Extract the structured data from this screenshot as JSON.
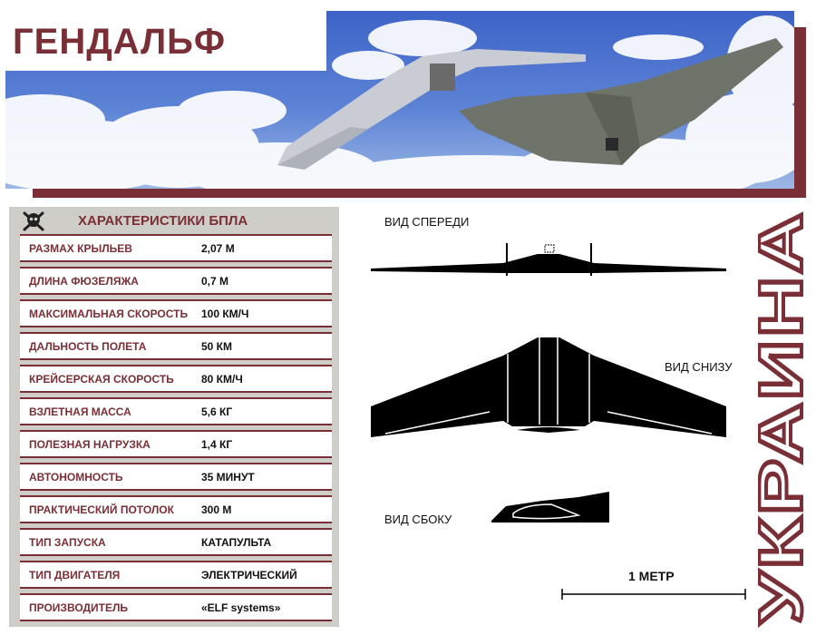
{
  "header": {
    "title": "ГЕНДАЛЬФ"
  },
  "specs": {
    "title": "ХАРАКТЕРИСТИКИ БПЛА",
    "icon": "skull-crossbones-icon",
    "rows": [
      {
        "label": "РАЗМАХ КРЫЛЬЕВ",
        "value": "2,07 М"
      },
      {
        "label": "ДЛИНА ФЮЗЕЛЯЖА",
        "value": "0,7 М"
      },
      {
        "label": "МАКСИМАЛЬНАЯ СКОРОСТЬ",
        "value": "100 КМ/Ч"
      },
      {
        "label": "ДАЛЬНОСТЬ ПОЛЕТА",
        "value": "50 КМ"
      },
      {
        "label": "КРЕЙСЕРСКАЯ СКОРОСТЬ",
        "value": "80 КМ/Ч"
      },
      {
        "label": "ВЗЛЕТНАЯ МАССА",
        "value": "5,6 КГ"
      },
      {
        "label": "ПОЛЕЗНАЯ НАГРУЗКА",
        "value": "1,4 КГ"
      },
      {
        "label": "АВТОНОМНОСТЬ",
        "value": "35 МИНУТ"
      },
      {
        "label": "ПРАКТИЧЕСКИЙ ПОТОЛОК",
        "value": "300 М"
      },
      {
        "label": "ТИП ЗАПУСКА",
        "value": "КАТАПУЛЬТА"
      },
      {
        "label": "ТИП ДВИГАТЕЛЯ",
        "value": "ЭЛЕКТРИЧЕСКИЙ"
      },
      {
        "label": "ПРОИЗВОДИТЕЛЬ",
        "value": "«ELF systems»"
      }
    ]
  },
  "views": {
    "front": "ВИД СПЕРЕДИ",
    "bottom": "ВИД СНИЗУ",
    "side": "ВИД СБОКУ"
  },
  "scale": {
    "label": "1 МЕТР"
  },
  "side_text": "УКРАИНА",
  "colors": {
    "accent": "#7a2f36",
    "panel": "#cfcdc7",
    "sky": "#3d63c8"
  }
}
